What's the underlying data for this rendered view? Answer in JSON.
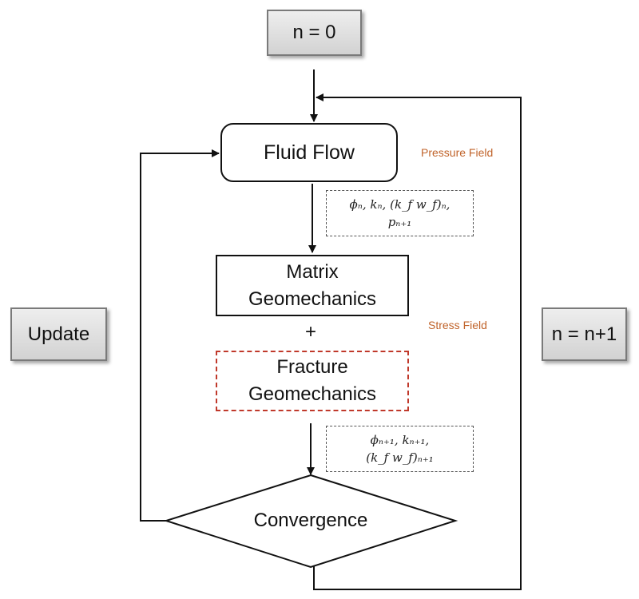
{
  "init": {
    "label": "n = 0"
  },
  "fluid_flow": {
    "label": "Fluid Flow"
  },
  "pressure_field": {
    "label": "Pressure Field"
  },
  "params_after_flow": {
    "line1": "ϕₙ, kₙ, (k_f w_f)ₙ,",
    "line2": "pₙ₊₁"
  },
  "matrix_geomechanics": {
    "line1": "Matrix",
    "line2": "Geomechanics"
  },
  "plus": {
    "label": "+"
  },
  "stress_field": {
    "label": "Stress Field"
  },
  "fracture_geomechanics": {
    "line1": "Fracture",
    "line2": "Geomechanics"
  },
  "params_after_geomech": {
    "line1": "ϕₙ₊₁, kₙ₊₁,",
    "line2": "(k_f w_f)ₙ₊₁"
  },
  "convergence": {
    "label": "Convergence"
  },
  "update": {
    "label": "Update"
  },
  "increment": {
    "label": "n = n+1"
  },
  "colors": {
    "red_dashed_border": "#c0392b",
    "field_label_color": "#c0632a",
    "box_fill": "#e0e0e0"
  }
}
